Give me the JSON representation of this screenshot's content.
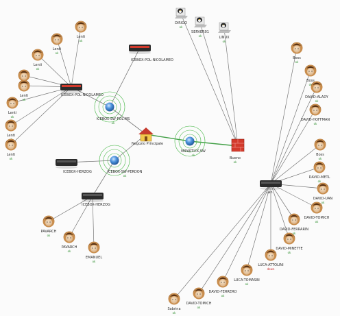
{
  "colors": {
    "link": "#777777",
    "link_highlight": "#43a047",
    "ring": "#48b848",
    "router_fill": "#2f78c9",
    "switch_fill": "#2b2b2b",
    "firewall_fill": "#d33a2c",
    "status_ok": "#2f8f2f",
    "status_alert": "#cc2222"
  },
  "network": {
    "hubs": [
      {
        "id": "h1",
        "type": "switch-red",
        "label": "ICEBOX-POL-NICOLAMEO",
        "status": ""
      },
      {
        "id": "h2",
        "type": "switch-red",
        "label": "ICEBOX-POL-NICOLAMEO",
        "status": ""
      },
      {
        "id": "h3",
        "type": "router",
        "label": "ICEBOX-SW-POL.MS",
        "status": "ok"
      },
      {
        "id": "h4",
        "type": "house",
        "label": "Negozio Principale",
        "status": ""
      },
      {
        "id": "h5",
        "type": "router",
        "label": "MIPARTICK-SW",
        "status": "ok"
      },
      {
        "id": "h6",
        "type": "router",
        "label": "ICEBOX-SW-PERDON",
        "status": "ok"
      },
      {
        "id": "h7",
        "type": "switch",
        "label": "ICEBOX-HERZOG",
        "status": ""
      },
      {
        "id": "h8",
        "type": "switch",
        "label": "ICEBOX-HERZOG",
        "status": ""
      },
      {
        "id": "h9",
        "type": "firewall",
        "label": "Buono",
        "status": "ok"
      },
      {
        "id": "h10",
        "type": "switch",
        "label": "Lan",
        "status": ""
      }
    ],
    "nodes": [
      {
        "label": "Lenti",
        "status": "ok",
        "hub": "h1"
      },
      {
        "label": "Lenti",
        "status": "ok",
        "hub": "h1"
      },
      {
        "label": "Lenti",
        "status": "ok",
        "hub": "h1"
      },
      {
        "label": "Lenti",
        "status": "ok",
        "hub": "h1"
      },
      {
        "label": "Lenti",
        "status": "ok",
        "hub": "h1"
      },
      {
        "label": "Lenti",
        "status": "ok",
        "hub": "h1"
      },
      {
        "label": "Lenti",
        "status": "ok",
        "hub": "h1"
      },
      {
        "label": "Lenti",
        "status": "ok",
        "hub": "h1"
      },
      {
        "label": "DIRIGO",
        "status": "ok",
        "hub": "h9"
      },
      {
        "label": "SERVER01",
        "status": "ok",
        "hub": "h9"
      },
      {
        "label": "LINUX",
        "status": "ok",
        "hub": "h9"
      },
      {
        "label": "Boss",
        "status": "ok",
        "hub": "h10"
      },
      {
        "label": "Boss",
        "status": "ok",
        "hub": "h10"
      },
      {
        "label": "DAVID-ALADY",
        "status": "ok",
        "hub": "h10"
      },
      {
        "label": "DAVID-HOFFMAN",
        "status": "ok",
        "hub": "h10"
      },
      {
        "label": "Boss",
        "status": "ok",
        "hub": "h10"
      },
      {
        "label": "DAVID-METL",
        "status": "ok",
        "hub": "h10"
      },
      {
        "label": "DAVID-UAN",
        "status": "ok",
        "hub": "h10"
      },
      {
        "label": "DAVID-TOMICH",
        "status": "ok",
        "hub": "h10"
      },
      {
        "label": "DAVID-FERRARIN",
        "status": "ok",
        "hub": "h10"
      },
      {
        "label": "DAVID-MINETTE",
        "status": "ok",
        "hub": "h10"
      },
      {
        "label": "LUCA-ATTOLINI",
        "status": "alert",
        "hub": "h10"
      },
      {
        "label": "LUCA-TOMASIN",
        "status": "ok",
        "hub": "h10"
      },
      {
        "label": "DAVID-FERRERO",
        "status": "ok",
        "hub": "h10"
      },
      {
        "label": "DAVID-TOMICH",
        "status": "ok",
        "hub": "h10"
      },
      {
        "label": "Sabrina",
        "status": "ok",
        "hub": "h10"
      },
      {
        "label": "PAVARCH",
        "status": "ok",
        "hub": "h8"
      },
      {
        "label": "PAVARCH",
        "status": "ok",
        "hub": "h8"
      },
      {
        "label": "EMANUEL",
        "status": "ok",
        "hub": "h8"
      }
    ],
    "status_texts": {
      "ok": "ok",
      "alert": "down"
    }
  }
}
